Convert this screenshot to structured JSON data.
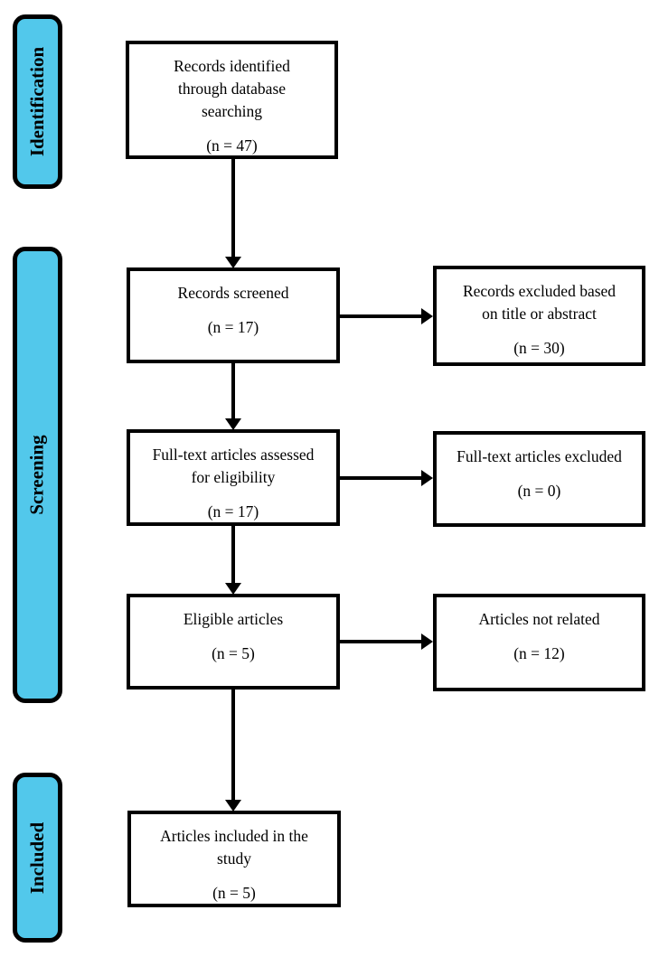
{
  "diagram": {
    "stages": [
      {
        "label": "Identification"
      },
      {
        "label": "Screening"
      },
      {
        "label": "Included"
      }
    ],
    "main_flow": [
      {
        "label": "Records identified\nthrough database\nsearching",
        "count": "(n = 47)"
      },
      {
        "label": "Records screened",
        "count": "(n = 17)"
      },
      {
        "label": "Full-text articles assessed\nfor eligibility",
        "count": "(n = 17)"
      },
      {
        "label": "Eligible articles",
        "count": "(n = 5)"
      },
      {
        "label": "Articles included in the\nstudy",
        "count": "(n = 5)"
      }
    ],
    "excluded": [
      {
        "label": "Records excluded based\non title or abstract",
        "count": "(n = 30)"
      },
      {
        "label": "Full-text articles excluded",
        "count": "(n = 0)"
      },
      {
        "label": "Articles not related",
        "count": "(n = 12)"
      }
    ],
    "colors": {
      "stage_fill": "#52C8EB",
      "border": "#000000",
      "box_fill": "#FFFFFF"
    }
  }
}
